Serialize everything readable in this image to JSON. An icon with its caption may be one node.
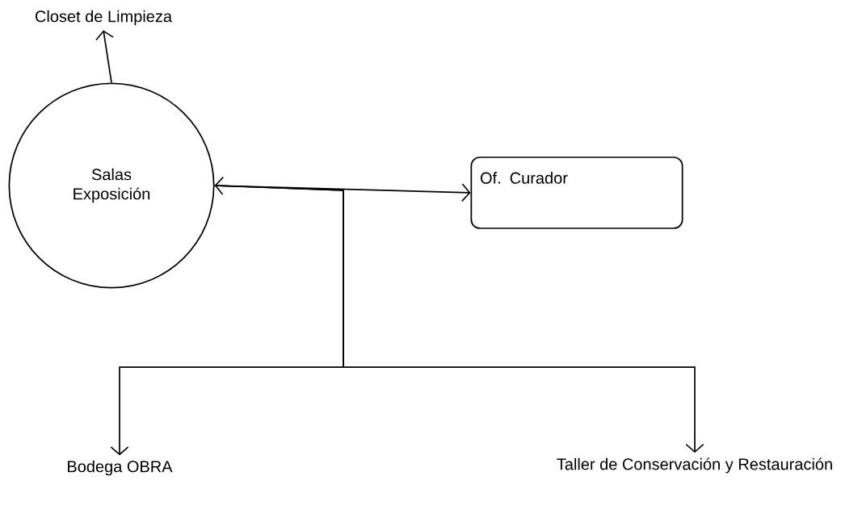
{
  "diagram": {
    "nodes": [
      {
        "text": [
          "Salas Exposición"
        ]
      },
      {
        "text": [
          "Closet de Limpieza"
        ]
      },
      {
        "text": [
          "Of. Curador"
        ]
      },
      {
        "text": [
          "Bodega OBRA"
        ]
      },
      {
        "text": [
          "Taller de Conservación y Restauración"
        ]
      }
    ],
    "edges": [
      {
        "from": 0,
        "to": 1,
        "arrow": "to"
      },
      {
        "from": 0,
        "to": 2,
        "arrow": "both"
      },
      {
        "from": 0,
        "to": 3,
        "arrow": "to"
      },
      {
        "from": 0,
        "to": 4,
        "arrow": "to"
      }
    ]
  }
}
